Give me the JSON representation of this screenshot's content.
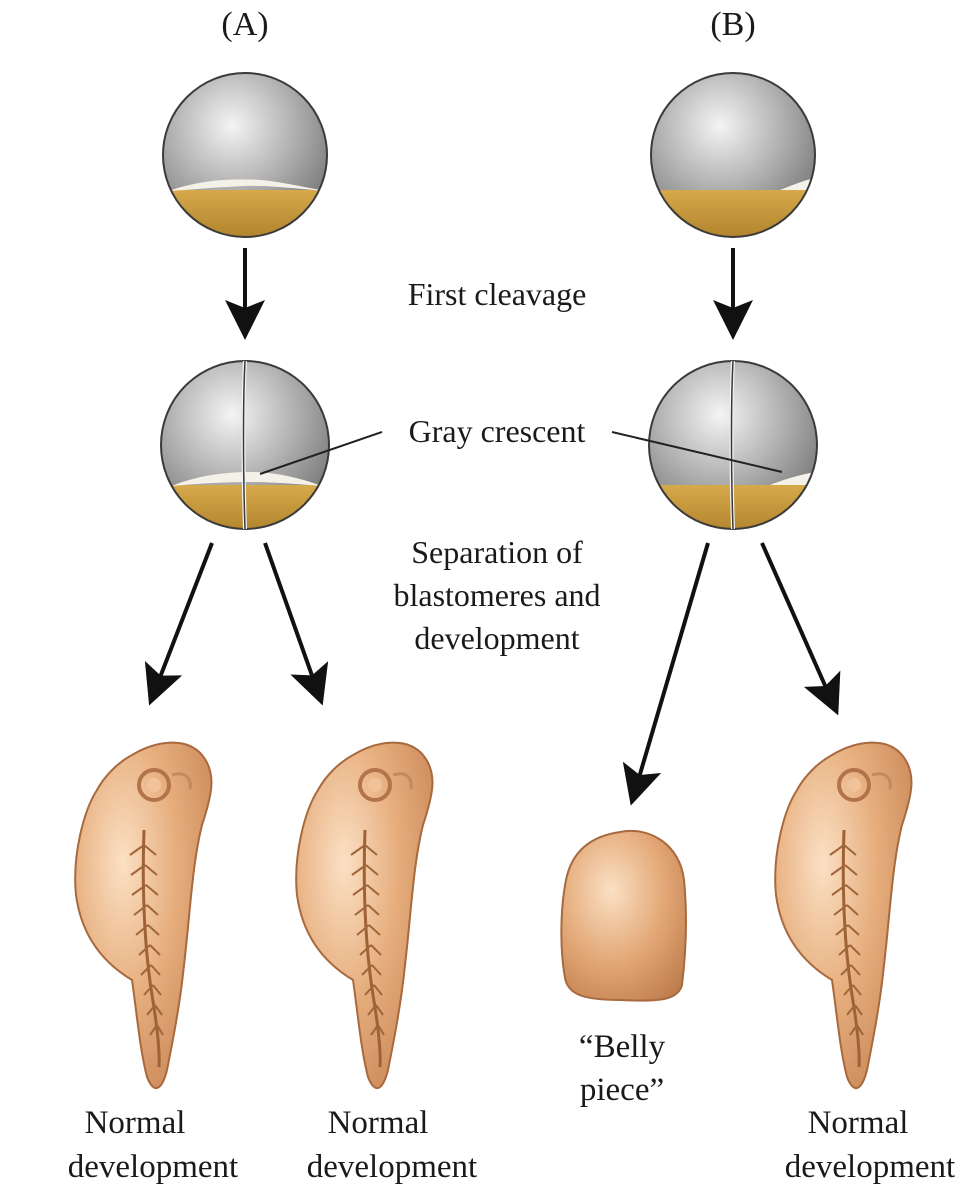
{
  "panels": {
    "a": {
      "label": "(A)"
    },
    "b": {
      "label": "(B)"
    }
  },
  "labels": {
    "first_cleavage": "First cleavage",
    "gray_crescent": "Gray crescent",
    "separation_line1": "Separation of",
    "separation_line2": "blastomeres and",
    "separation_line3": "development"
  },
  "outcomes": {
    "a_left": {
      "line1": "Normal",
      "line2": "development"
    },
    "a_right": {
      "line1": "Normal",
      "line2": "development"
    },
    "b_left": {
      "line1": "“Belly",
      "line2": "piece”"
    },
    "b_right": {
      "line1": "Normal",
      "line2": "development"
    }
  },
  "colors": {
    "egg_gray": "#9a9a9a",
    "yolk": "#c89a3c",
    "embryo": "#e2a878",
    "embryo_dark": "#b97a4c",
    "arrow": "#111111"
  }
}
